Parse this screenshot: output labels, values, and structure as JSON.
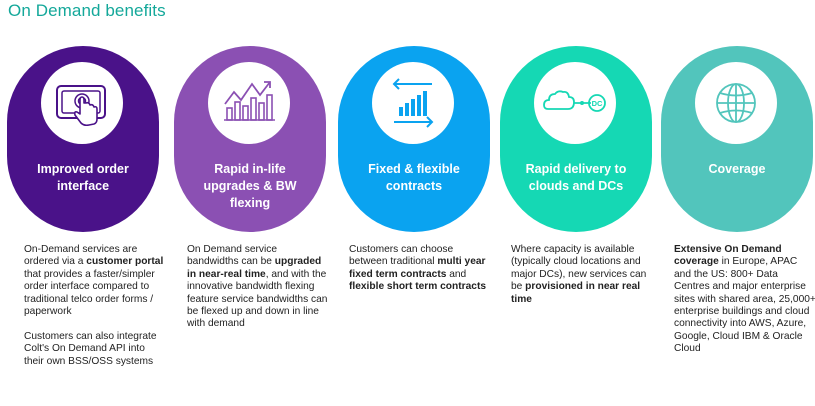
{
  "page_title": "On Demand benefits",
  "colors": {
    "title": "#14a89a",
    "card1": "#4a1289",
    "card2": "#8b50b3",
    "card3": "#0aa3f0",
    "card4": "#15d8b4",
    "card5": "#52c5bc"
  },
  "cards": [
    {
      "icon": "touch-screen-icon",
      "heading_line1": "Improved order",
      "heading_line2": "interface",
      "heading_line3": "",
      "desc": [
        [
          {
            "t": "On-Demand services are ordered via a ",
            "b": false
          },
          {
            "t": "customer portal",
            "b": true
          },
          {
            "t": " that provides a faster/simpler order interface compared to traditional telco order forms / paperwork",
            "b": false
          }
        ],
        [
          {
            "t": "Customers can also integrate Colt's On Demand API into their own BSS/OSS systems",
            "b": false
          }
        ]
      ]
    },
    {
      "icon": "bandwidth-chart-icon",
      "heading_line1": "Rapid in-life",
      "heading_line2": "upgrades & BW",
      "heading_line3": "flexing",
      "desc": [
        [
          {
            "t": "On Demand service bandwidths can be ",
            "b": false
          },
          {
            "t": "upgraded in near-real time",
            "b": true
          },
          {
            "t": ", and with the innovative bandwidth flexing feature service bandwidths can be flexed up and down in line with demand",
            "b": false
          }
        ]
      ]
    },
    {
      "icon": "flexible-contract-icon",
      "heading_line1": "Fixed & flexible",
      "heading_line2": "contracts",
      "heading_line3": "",
      "desc": [
        [
          {
            "t": "Customers can choose between traditional ",
            "b": false
          },
          {
            "t": "multi year fixed term contracts",
            "b": true
          },
          {
            "t": " and ",
            "b": false
          },
          {
            "t": "flexible short term contracts",
            "b": true
          }
        ]
      ]
    },
    {
      "icon": "cloud-dc-icon",
      "icon_label": "DC",
      "heading_line1": "Rapid delivery to",
      "heading_line2": "clouds and DCs",
      "heading_line3": "",
      "desc": [
        [
          {
            "t": "Where capacity is available (typically cloud locations and major DCs), new services can be ",
            "b": false
          },
          {
            "t": "provisioned in near real time",
            "b": true
          }
        ]
      ]
    },
    {
      "icon": "globe-icon",
      "heading_line1": "Coverage",
      "heading_line2": "",
      "heading_line3": "",
      "desc": [
        [
          {
            "t": "Extensive On Demand coverage",
            "b": true
          },
          {
            "t": " in Europe, APAC and the US: 800+ Data Centres and major enterprise sites with shared area, 25,000+ enterprise buildings and cloud connectivity into AWS, Azure, Google, Cloud IBM & Oracle Cloud",
            "b": false
          }
        ]
      ]
    }
  ]
}
